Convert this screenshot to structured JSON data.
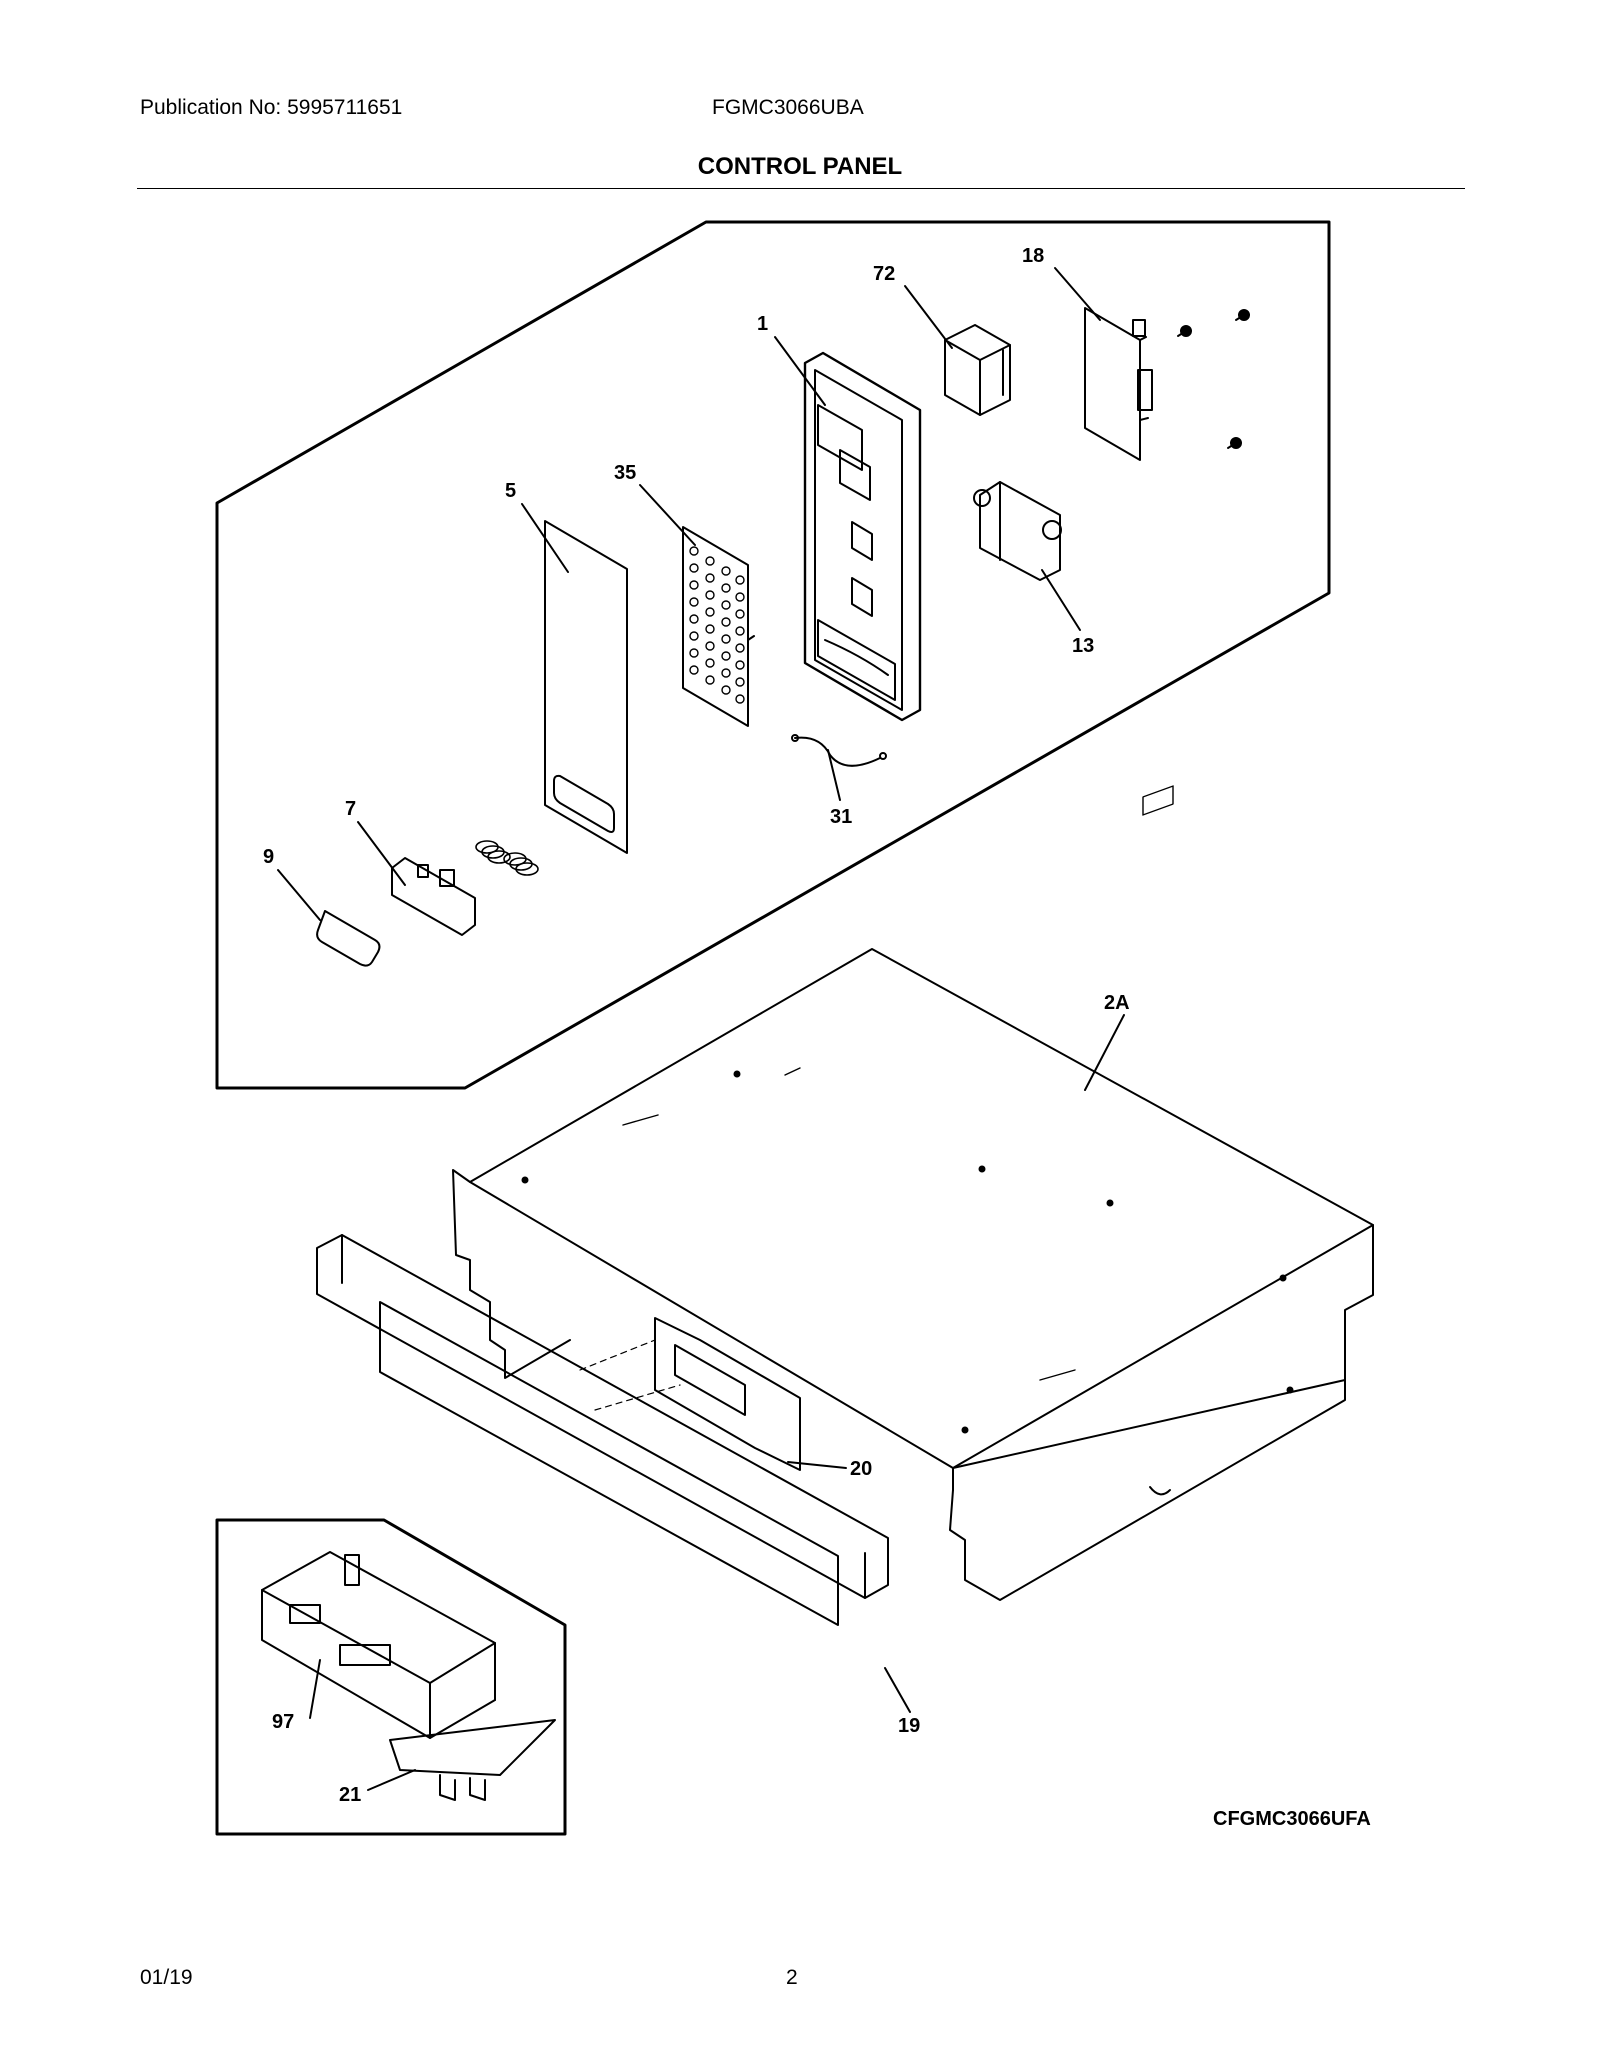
{
  "header": {
    "publication": "Publication No: 5995711651",
    "model": "FGMC3066UBA",
    "section_title": "CONTROL PANEL"
  },
  "callouts": [
    "1",
    "2A",
    "5",
    "7",
    "9",
    "13",
    "18",
    "19",
    "20",
    "21",
    "31",
    "35",
    "72",
    "97"
  ],
  "diagram_code": "CFGMC3066UFA",
  "footer": {
    "date": "01/19",
    "page": "2"
  }
}
